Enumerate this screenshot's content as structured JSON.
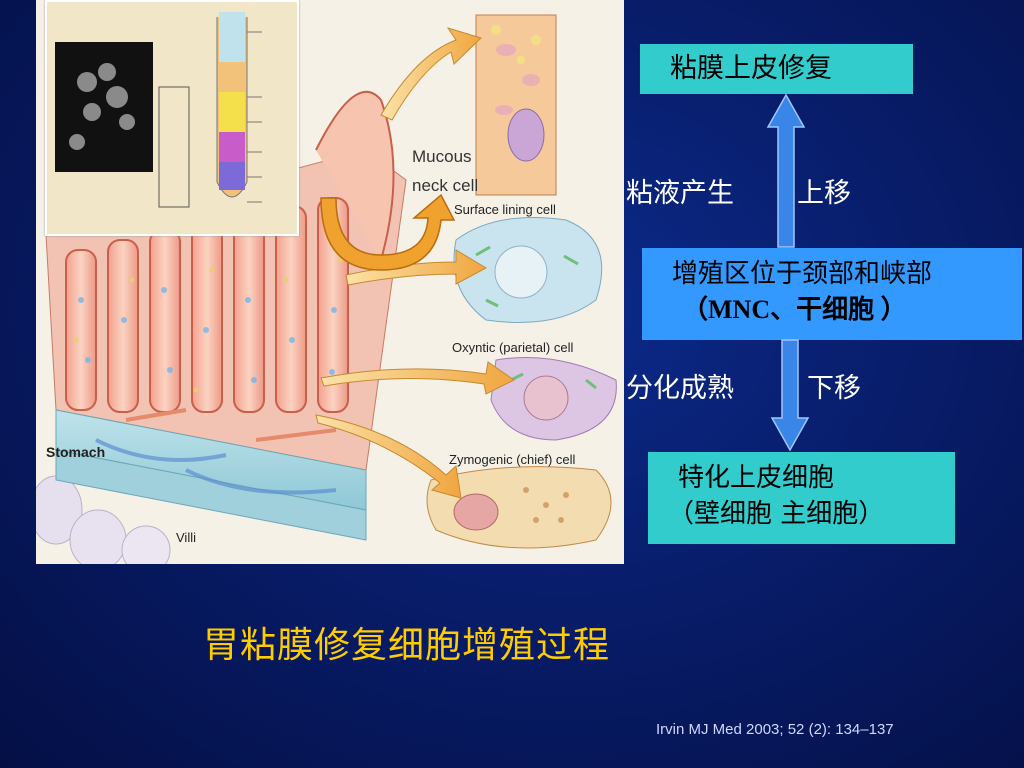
{
  "figure": {
    "labels": {
      "mucous_neck_line1": "Mucous",
      "mucous_neck_line2": "neck cell",
      "surface_lining": "Surface lining cell",
      "oxyntic": "Oxyntic (parietal) cell",
      "zymogenic": "Zymogenic (chief) cell",
      "stomach": "Stomach",
      "villi": "Villi"
    }
  },
  "flow": {
    "top_box": "粘膜上皮修复",
    "middle_box_line1": "增殖区位于颈部和峡部",
    "middle_box_line2": "（MNC、干细胞 ）",
    "bottom_box_line1": "特化上皮细胞",
    "bottom_box_line2": "（壁细胞 主细胞）",
    "up_left": "粘液产生",
    "up_right": "上移",
    "down_left": "分化成熟",
    "down_right": "下移"
  },
  "title": "胃粘膜修复细胞增殖过程",
  "citation": "Irvin MJ Med 2003; 52 (2): 134–137",
  "colors": {
    "title": "#ffcc00",
    "top_box": "#33cccc",
    "middle_box": "#3399ff",
    "bottom_box": "#33cccc",
    "arrow": "#3a86e8",
    "background": "#071a63"
  }
}
